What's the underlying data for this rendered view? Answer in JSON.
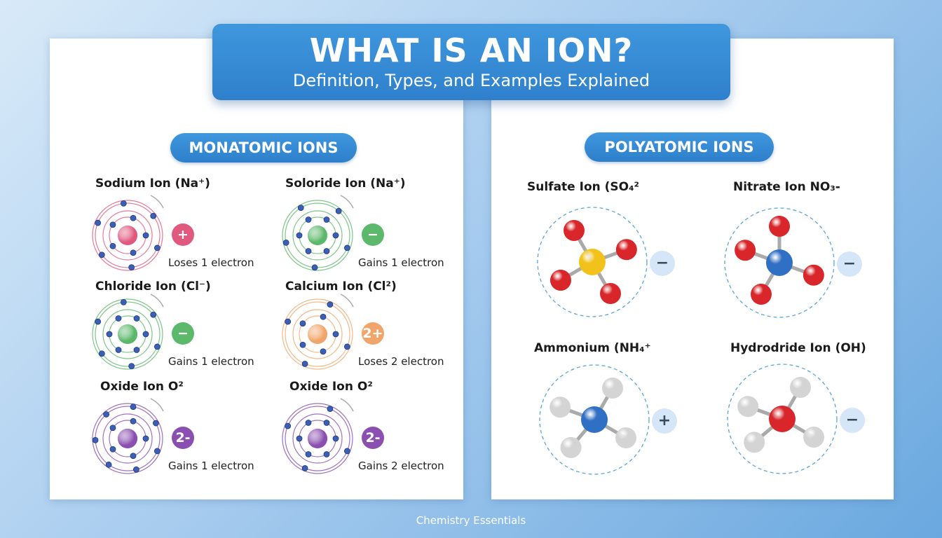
{
  "header": {
    "title": "WHAT IS AN ION?",
    "subtitle": "Definition, Types, and Examples Explained"
  },
  "monatomic": {
    "heading": "MONATOMIC IONS",
    "items": [
      {
        "name": "Sodium Ion (Na⁺)",
        "charge": "+",
        "caption": "Loses 1 electron",
        "color": "#e05a7f"
      },
      {
        "name": "Soloride Ion (Na⁺)",
        "charge": "−",
        "caption": "Gains 1 electron",
        "color": "#5cb86a"
      },
      {
        "name": "Chloride Ion (Cl⁻)",
        "charge": "−",
        "caption": "Gains 1 electron",
        "color": "#5cb86a"
      },
      {
        "name": "Calcium Ion (Cl²)",
        "charge": "2+",
        "caption": "Loses 2 electron",
        "color": "#f0a66a"
      },
      {
        "name": "Oxide Ion O²",
        "charge": "2-",
        "caption": "Gains 1 electron",
        "color": "#8a4fb0"
      },
      {
        "name": "Oxide Ion O²",
        "charge": "2-",
        "caption": "Gains 2 electron",
        "color": "#8a4fb0"
      }
    ]
  },
  "polyatomic": {
    "heading": "POLYATOMIC IONS",
    "items": [
      {
        "name": "Sulfate Ion (SO₄²",
        "charge": "−",
        "center_color": "#f2c21b",
        "ligand_color": "#d8262a"
      },
      {
        "name": "Nitrate Ion NO₃-",
        "charge": "−",
        "center_color": "#2f6fc4",
        "ligand_color": "#d8262a"
      },
      {
        "name": "Ammonium (NH₄⁺",
        "charge": "+",
        "center_color": "#2f6fc4",
        "ligand_color": "#d4d4d4"
      },
      {
        "name": "Hydrodride Ion (OH)",
        "charge": "−",
        "center_color": "#d8262a",
        "ligand_color": "#d4d4d4"
      }
    ]
  },
  "footer": "Chemistry Essentials"
}
